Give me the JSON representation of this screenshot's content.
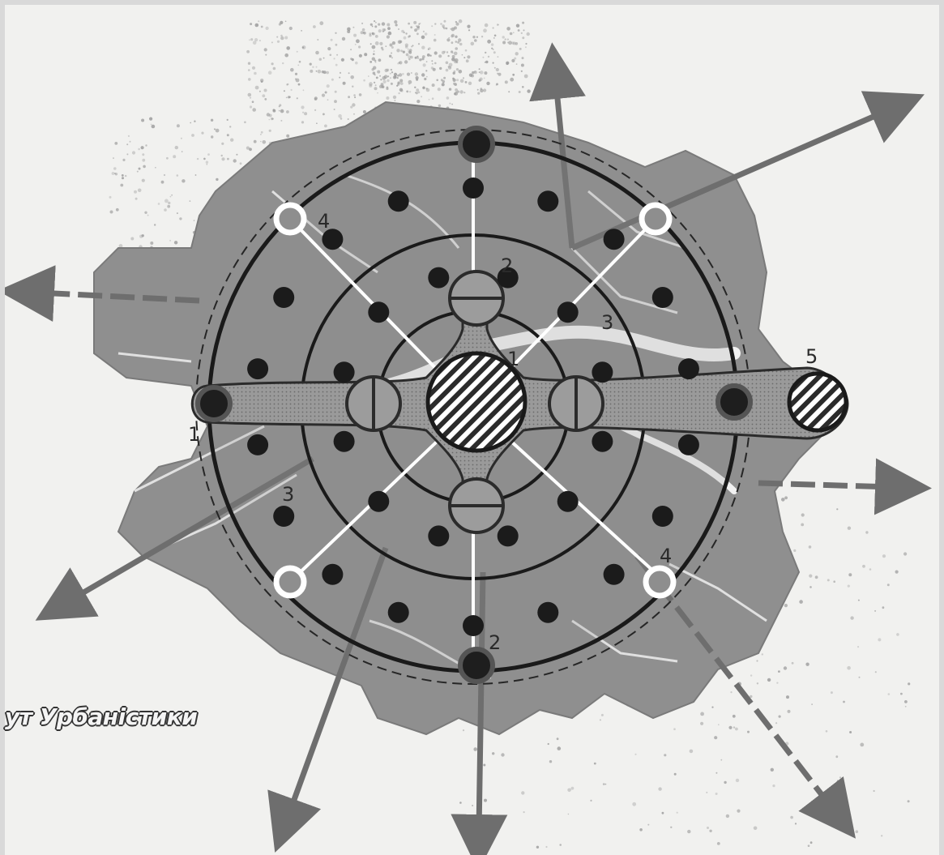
{
  "diagram": {
    "labels": {
      "center_1": "1",
      "north_node_2": "2",
      "south_node_2": "2",
      "northwest_4": "4",
      "southeast_4": "4",
      "northeast_3": "3",
      "southwest_3": "3",
      "east_5": "5",
      "west_1": "1"
    },
    "watermark_text": "ут Урбаністики"
  },
  "colors": {
    "city_fill": "#8e8e8e",
    "river": "#f2f2f2",
    "axis": "#6e6e6e",
    "ring": "#262626",
    "node_dark": "#1e1e1e",
    "node_open": "#ffffff",
    "paper": "#f1f1ef"
  },
  "icons": {
    "center_hub": "hatched-circle-icon",
    "sub_center": "split-circle-icon",
    "major_node": "dark-dot-icon",
    "secondary_node": "open-ring-icon",
    "direction": "arrow-icon"
  }
}
